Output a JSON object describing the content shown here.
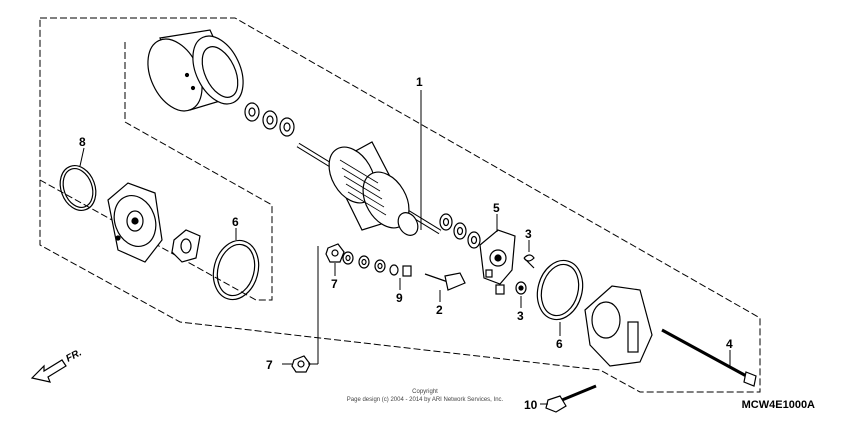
{
  "callouts": {
    "c1": "1",
    "c2": "2",
    "c3a": "3",
    "c3b": "3",
    "c4": "4",
    "c5": "5",
    "c6a": "6",
    "c6b": "6",
    "c7a": "7",
    "c7b": "7",
    "c8": "8",
    "c9": "9",
    "c10": "10"
  },
  "direction_label": "FR.",
  "copyright": {
    "line1": "Copyright",
    "line2": "Page design (c) 2004 - 2014 by ARI Network Services, Inc."
  },
  "diagram_code": "MCW4E1000A"
}
